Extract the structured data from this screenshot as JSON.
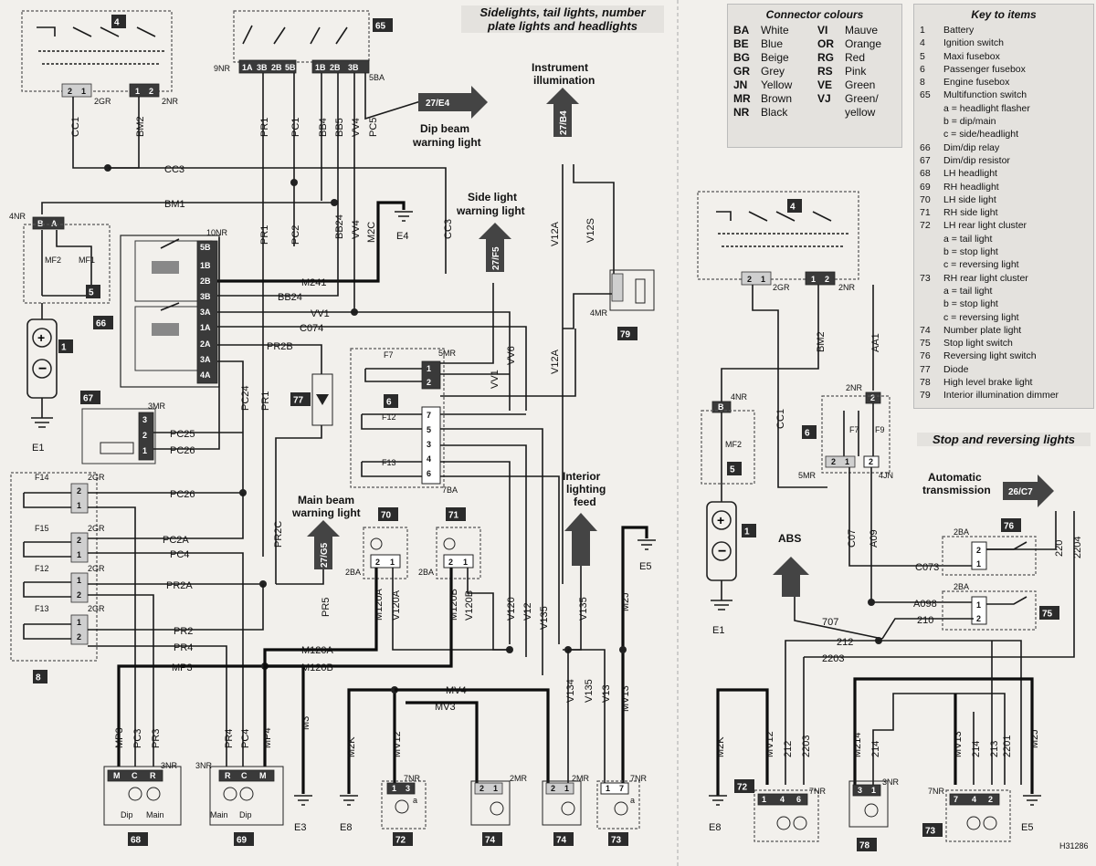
{
  "title": {
    "line1": "Sidelights, tail lights, number",
    "line2": "plate lights and headlights"
  },
  "subtitle_right": "Stop and reversing lights",
  "connector_colours": {
    "heading": "Connector colours",
    "items": [
      {
        "code": "BA",
        "name": "White"
      },
      {
        "code": "VI",
        "name": "Mauve"
      },
      {
        "code": "BE",
        "name": "Blue"
      },
      {
        "code": "OR",
        "name": "Orange"
      },
      {
        "code": "BG",
        "name": "Beige"
      },
      {
        "code": "RG",
        "name": "Red"
      },
      {
        "code": "GR",
        "name": "Grey"
      },
      {
        "code": "RS",
        "name": "Pink"
      },
      {
        "code": "JN",
        "name": "Yellow"
      },
      {
        "code": "VE",
        "name": "Green"
      },
      {
        "code": "MR",
        "name": "Brown"
      },
      {
        "code": "VJ",
        "name": "Green/"
      },
      {
        "code": "NR",
        "name": "Black"
      },
      {
        "code": "",
        "name": "yellow"
      }
    ]
  },
  "key": {
    "heading": "Key to items",
    "items": [
      {
        "n": "1",
        "t": "Battery"
      },
      {
        "n": "4",
        "t": "Ignition switch"
      },
      {
        "n": "5",
        "t": "Maxi fusebox"
      },
      {
        "n": "6",
        "t": "Passenger fusebox"
      },
      {
        "n": "8",
        "t": "Engine fusebox"
      },
      {
        "n": "65",
        "t": "Multifunction switch"
      },
      {
        "n": "",
        "t": "a  =  headlight flasher"
      },
      {
        "n": "",
        "t": "b  =  dip/main"
      },
      {
        "n": "",
        "t": "c  =  side/headlight"
      },
      {
        "n": "66",
        "t": "Dim/dip relay"
      },
      {
        "n": "67",
        "t": "Dim/dip resistor"
      },
      {
        "n": "68",
        "t": "LH headlight"
      },
      {
        "n": "69",
        "t": "RH headlight"
      },
      {
        "n": "70",
        "t": "LH side light"
      },
      {
        "n": "71",
        "t": "RH side light"
      },
      {
        "n": "72",
        "t": "LH rear light cluster"
      },
      {
        "n": "",
        "t": "a  =  tail light"
      },
      {
        "n": "",
        "t": "b  =  stop light"
      },
      {
        "n": "",
        "t": "c  =  reversing light"
      },
      {
        "n": "73",
        "t": "RH rear light cluster"
      },
      {
        "n": "",
        "t": "a  =  tail light"
      },
      {
        "n": "",
        "t": "b  =  stop light"
      },
      {
        "n": "",
        "t": "c  =  reversing light"
      },
      {
        "n": "74",
        "t": "Number plate light"
      },
      {
        "n": "75",
        "t": "Stop light switch"
      },
      {
        "n": "76",
        "t": "Reversing light switch"
      },
      {
        "n": "77",
        "t": "Diode"
      },
      {
        "n": "78",
        "t": "High level brake light"
      },
      {
        "n": "79",
        "t": "Interior illumination dimmer"
      }
    ]
  },
  "arrows": {
    "dip": {
      "ref": "27/E4",
      "label1": "Dip beam",
      "label2": "warning light"
    },
    "side": {
      "ref": "27/F5",
      "label1": "Side light",
      "label2": "warning light"
    },
    "instr": {
      "ref": "27/B4",
      "label1": "Instrument",
      "label2": "illumination"
    },
    "main": {
      "ref": "27/G5",
      "label1": "Main beam",
      "label2": "warning light"
    },
    "interior": {
      "label1": "Interior",
      "label2": "lighting",
      "label3": "feed"
    },
    "auto": {
      "ref": "26/C7",
      "label1": "Automatic",
      "label2": "transmission"
    },
    "abs": {
      "label": "ABS"
    }
  },
  "badges": {
    "b4": "4",
    "b65": "65",
    "b5": "5",
    "b1": "1",
    "b66": "66",
    "b67": "67",
    "b77": "77",
    "b6": "6",
    "b79": "79",
    "b8": "8",
    "b70": "70",
    "b71": "71",
    "b68": "68",
    "b69": "69",
    "b72": "72",
    "b74a": "74",
    "b74b": "74",
    "b73": "73",
    "r4": "4",
    "r6": "6",
    "r5": "5",
    "r1": "1",
    "r76": "76",
    "r75": "75",
    "r72": "72",
    "r78": "78",
    "r73": "73"
  },
  "wires": {
    "CC1": "CC1",
    "BM2": "BM2",
    "CC3": "CC3",
    "BM1": "BM1",
    "PR1": "PR1",
    "PC1": "PC1",
    "BB4": "BB4",
    "BB5": "BB5",
    "VV4": "VV4",
    "PC5": "PC5",
    "PC2": "PC2",
    "BB24": "BB24",
    "M2C": "M2C",
    "CC3b": "CC3",
    "M241": "M241",
    "BB24b": "BB24",
    "VV1": "VV1",
    "C074": "C074",
    "PR2B": "PR2B",
    "VV6": "VV6",
    "VV1b": "VV1",
    "V12A": "V12A",
    "V12S": "V12S",
    "V12Ab": "V12A",
    "PC24": "PC24",
    "PR1b": "PR1",
    "PC25": "PC25",
    "PC26": "PC26",
    "PC26b": "PC26",
    "PC2A": "PC2A",
    "PC4": "PC4",
    "PR2A": "PR2A",
    "PR2": "PR2",
    "PR4": "PR4",
    "MP3": "MP3",
    "PR2C": "PR2C",
    "PR5": "PR5",
    "M120A": "M120A",
    "M120B": "M120B",
    "V120A": "V120A",
    "V120B": "V120B",
    "M120Av": "M120A",
    "M120Bv": "M120B",
    "V120": "V120",
    "V12": "V12",
    "V135": "V135",
    "V135b": "V135",
    "V134": "V134",
    "V13": "V13",
    "M2J": "M2J",
    "MV13": "MV13",
    "MV4": "MV4",
    "MV3": "MV3",
    "M3": "M3",
    "MP3v": "MP3",
    "PC3": "PC3",
    "PR3": "PR3",
    "PR4v": "PR4",
    "PC4v": "PC4",
    "MP4": "MP4",
    "M2K": "M2K",
    "MV12": "MV12",
    "rBM2": "BM2",
    "rAA1": "AA1",
    "rCC1": "CC1",
    "rC07": "C07",
    "rA09": "A09",
    "rC073": "C073",
    "rA098": "A098",
    "r707": "707",
    "r210": "210",
    "r212": "212",
    "r2203": "2203",
    "r220": "220",
    "r2204": "2204",
    "rM2K": "M2K",
    "rMV12": "MV12",
    "r212v": "212",
    "r2203v": "2203",
    "rM214": "M214",
    "r214": "214",
    "rMV13": "MV13",
    "r214b": "214",
    "r213": "213",
    "r2201": "2201",
    "rM2J": "M2J"
  },
  "connectors": {
    "2GR": "2GR",
    "2NR": "2NR",
    "9NR": "9NR",
    "5BA": "5BA",
    "4NR": "4NR",
    "MF2": "MF2",
    "MF1": "MF1",
    "10NR": "10NR",
    "5MR": "5MR",
    "F7": "F7",
    "F12": "F12",
    "F13": "F13",
    "7BA": "7BA",
    "4MR": "4MR",
    "3MR": "3MR",
    "F14": "F14",
    "F15": "F15",
    "F12b": "F12",
    "F13b": "F13",
    "g2a": "2GR",
    "g2b": "2GR",
    "g2c": "2GR",
    "g2d": "2GR",
    "2BA70": "2BA",
    "2BA71": "2BA",
    "3NR68": "3NR",
    "3NR69": "3NR",
    "7NR72": "7NR",
    "2MR74a": "2MR",
    "2MR74b": "2MR",
    "7NR73": "7NR",
    "r2GR": "2GR",
    "r2NR": "2NR",
    "r4NR": "4NR",
    "rMF2": "MF2",
    "r2NRb": "2NR",
    "rF7": "F7",
    "rF9": "F9",
    "r5MR": "5MR",
    "r4JN": "4JN",
    "r2BA76": "2BA",
    "r2BA75": "2BA",
    "r7NR72": "7NR",
    "r3NR78": "3NR",
    "r7NR73": "7NR"
  },
  "lamps": {
    "dip": "Dip",
    "main": "Main",
    "main2": "Main",
    "dip2": "Dip"
  },
  "earths": {
    "E1": "E1",
    "E4": "E4",
    "E5": "E5",
    "E3": "E3",
    "E8": "E8",
    "rE1": "E1",
    "rE8": "E8",
    "rE5": "E5"
  },
  "code": "H31286"
}
